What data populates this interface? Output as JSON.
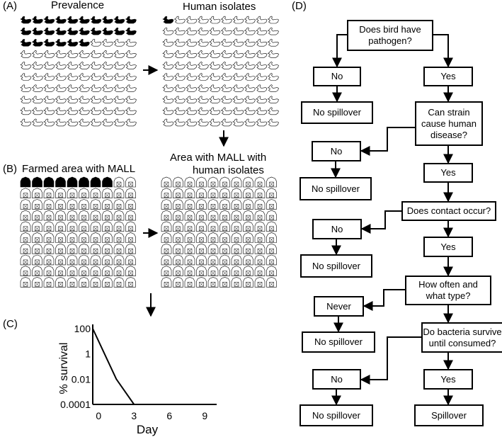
{
  "panel_a": {
    "label": "(A)",
    "prevalence_title": "Prevalence",
    "isolates_title": "Human isolates",
    "prevalence_filled": 0.26,
    "isolates_filled": 0.01
  },
  "panel_b": {
    "label": "(B)",
    "farmed_title": "Farmed area with MALL",
    "isolates_title_line1": "Area with MALL with",
    "isolates_title_line2": "human isolates",
    "farmed_filled": 0.08
  },
  "panel_c": {
    "label": "(C)",
    "chart_data": {
      "type": "line",
      "xlabel": "Day",
      "ylabel": "% survival",
      "x_ticks": [
        "0",
        "3",
        "6",
        "9"
      ],
      "y_ticks": [
        "100",
        "1",
        "0.01",
        "0.0001"
      ],
      "y_scale": "log",
      "xlim": [
        -0.5,
        10
      ],
      "ylim": [
        0.0001,
        100
      ],
      "series": [
        {
          "x": [
            -0.5,
            1.5,
            3,
            10
          ],
          "y": [
            100,
            0.01,
            0.0001,
            0.0001
          ]
        }
      ]
    }
  },
  "panel_d": {
    "label": "(D)",
    "q1": "Does bird have\npathogen?",
    "a1_no": "No",
    "a1_yes": "Yes",
    "r1": "No spillover",
    "q2": "Can strain\ncause human\ndisease?",
    "a2_no": "No",
    "r2": "No spillover",
    "a2_yes": "Yes",
    "q3": "Does contact occur?",
    "a3_no": "No",
    "r3": "No spillover",
    "a3_yes": "Yes",
    "q4": "How often and\nwhat type?",
    "a4_never": "Never",
    "r4": "No spillover",
    "q5": "Do bacteria survive\nuntil consumed?",
    "a5_no": "No",
    "a5_yes": "Yes",
    "r5": "No spillover",
    "r6": "Spillover"
  }
}
